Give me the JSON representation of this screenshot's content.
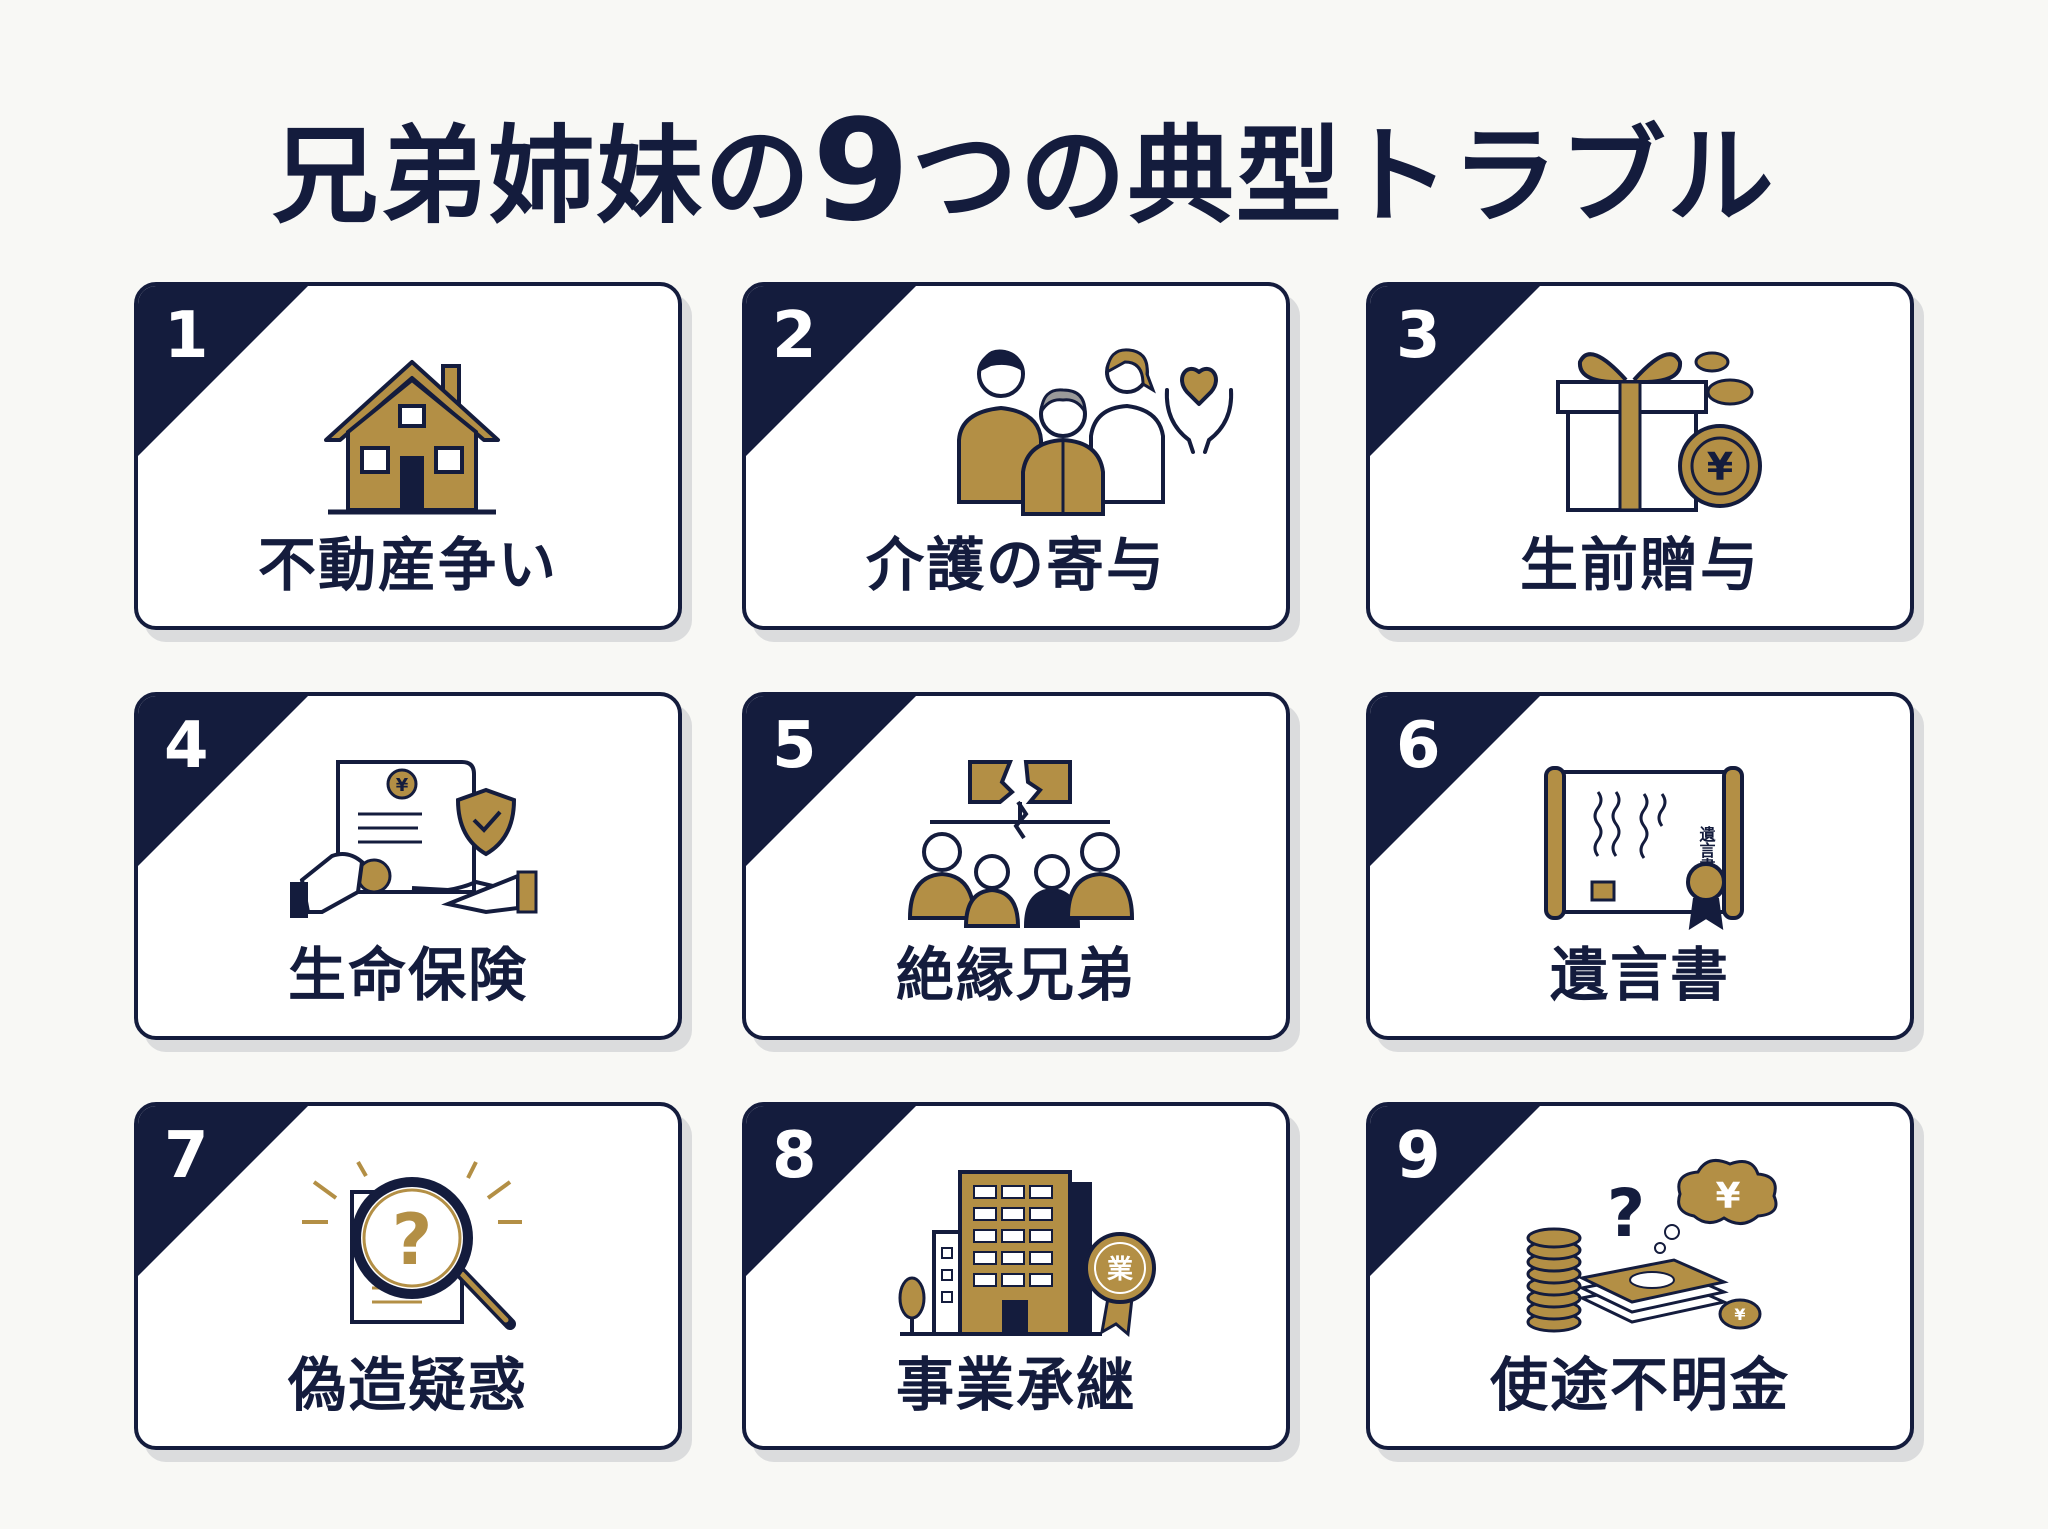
{
  "title": {
    "prefix": "兄弟姉妹の",
    "number": "9",
    "suffix": "つの典型トラブル"
  },
  "cards": [
    {
      "num": "1",
      "label": "不動産争い"
    },
    {
      "num": "2",
      "label": "介護の寄与"
    },
    {
      "num": "3",
      "label": "生前贈与"
    },
    {
      "num": "4",
      "label": "生命保険"
    },
    {
      "num": "5",
      "label": "絶縁兄弟"
    },
    {
      "num": "6",
      "label": "遺言書"
    },
    {
      "num": "7",
      "label": "偽造疑惑"
    },
    {
      "num": "8",
      "label": "事業承継"
    },
    {
      "num": "9",
      "label": "使途不明金"
    }
  ],
  "icon_text": {
    "yen": "¥",
    "question": "?",
    "will_title": "遺言書",
    "business": "業"
  },
  "colors": {
    "navy": "#141c3d",
    "gold": "#b38f45",
    "background": "#f8f8f5"
  }
}
